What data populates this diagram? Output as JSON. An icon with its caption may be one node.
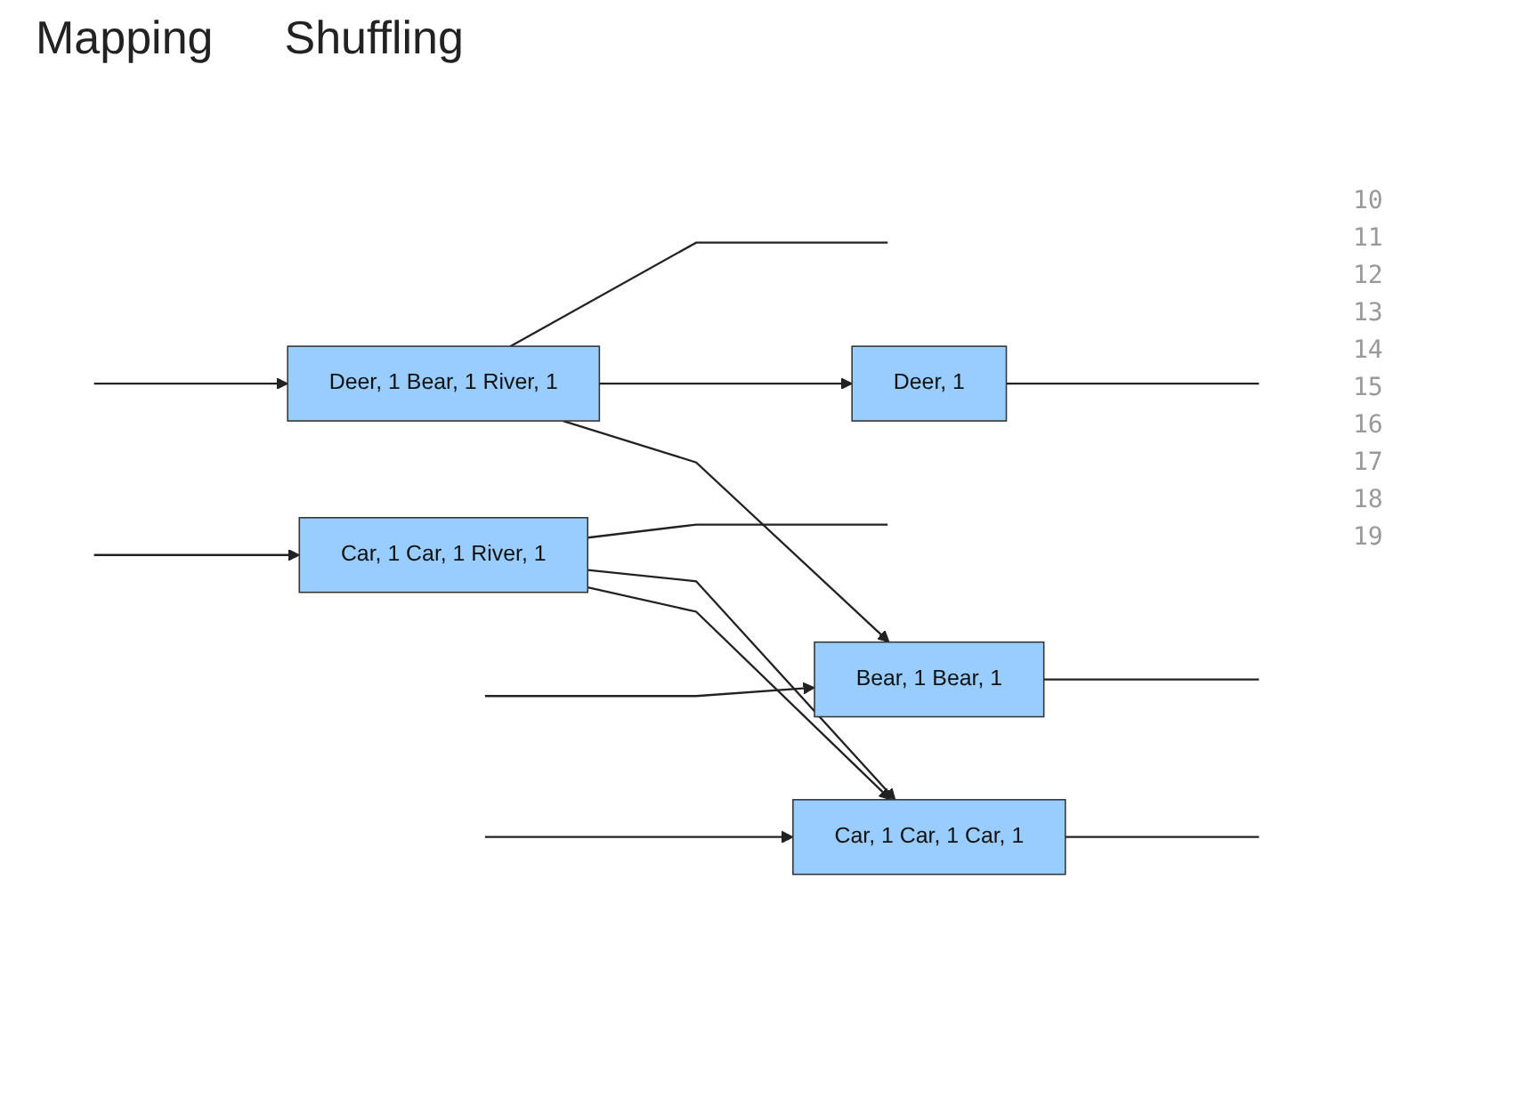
{
  "diagram": {
    "nodes": [
      {
        "text": [
          "Deer, 1 Bear, 1 River, 1"
        ]
      },
      {
        "text": [
          "Car, 1 Car, 1 River, 1"
        ]
      },
      {
        "text": [
          "Bear, 1 Bear, 1"
        ]
      },
      {
        "text": [
          "Car, 1 Car, 1 Car, 1"
        ]
      },
      {
        "text": [
          "Deer, 1"
        ]
      }
    ],
    "edges": [
      {
        "from": null,
        "to": 0,
        "arrow": "to"
      },
      {
        "from": null,
        "to": 1,
        "arrow": "to"
      },
      {
        "from": 0,
        "to": 2,
        "arrow": "to"
      },
      {
        "from": 0,
        "to": 4,
        "arrow": "to"
      },
      {
        "from": 0,
        "to": null,
        "arrow": "none"
      },
      {
        "from": 1,
        "to": 3,
        "arrow": "to"
      },
      {
        "from": 1,
        "to": 3,
        "arrow": "to"
      },
      {
        "from": 1,
        "to": null,
        "arrow": "none"
      },
      {
        "from": null,
        "to": 2,
        "arrow": "to"
      },
      {
        "from": null,
        "to": 3,
        "arrow": "to"
      },
      {
        "from": 2,
        "to": null,
        "arrow": "none"
      },
      {
        "from": 3,
        "to": null,
        "arrow": "none"
      },
      {
        "from": 4,
        "to": null,
        "arrow": "none"
      }
    ],
    "labels": [
      "Mapping",
      "Shuffling",
      "10",
      "11",
      "12",
      "13",
      "14",
      "15",
      "16",
      "17",
      "18",
      "19"
    ]
  }
}
